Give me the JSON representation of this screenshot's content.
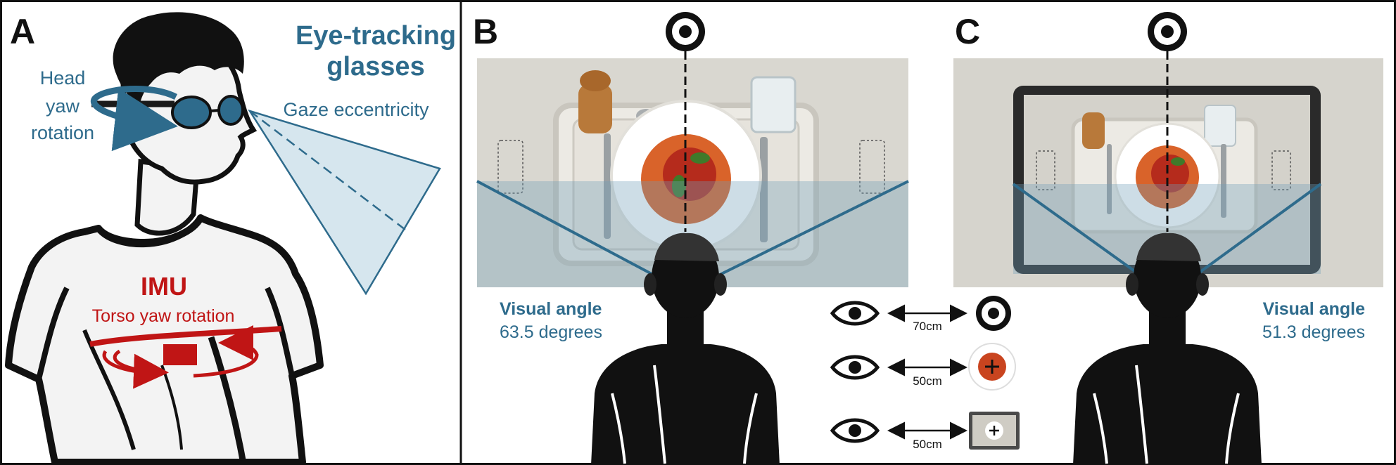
{
  "panels": {
    "a": {
      "letter": "A",
      "eye_tracking_line1": "Eye-tracking",
      "eye_tracking_line2": "glasses",
      "head_yaw_line1": "Head",
      "head_yaw_line2": "yaw",
      "head_yaw_line3": "rotation",
      "gaze_eccentricity": "Gaze eccentricity",
      "imu_title": "IMU",
      "imu_subtitle": "Torso yaw rotation"
    },
    "b": {
      "letter": "B",
      "visual_angle_label": "Visual angle",
      "visual_angle_value": "63.5 degrees"
    },
    "c": {
      "letter": "C",
      "visual_angle_label": "Visual angle",
      "visual_angle_value": "51.3 degrees"
    }
  },
  "legend": {
    "rows": [
      {
        "distance": "70cm",
        "target": "fixation-target"
      },
      {
        "distance": "50cm",
        "target": "plate"
      },
      {
        "distance": "50cm",
        "target": "screen"
      }
    ]
  },
  "colors": {
    "accent_blue": "#2e6b8c",
    "imu_red": "#c01515",
    "gaze_cone_fill": "#d6e6ee",
    "ink": "#111111"
  }
}
